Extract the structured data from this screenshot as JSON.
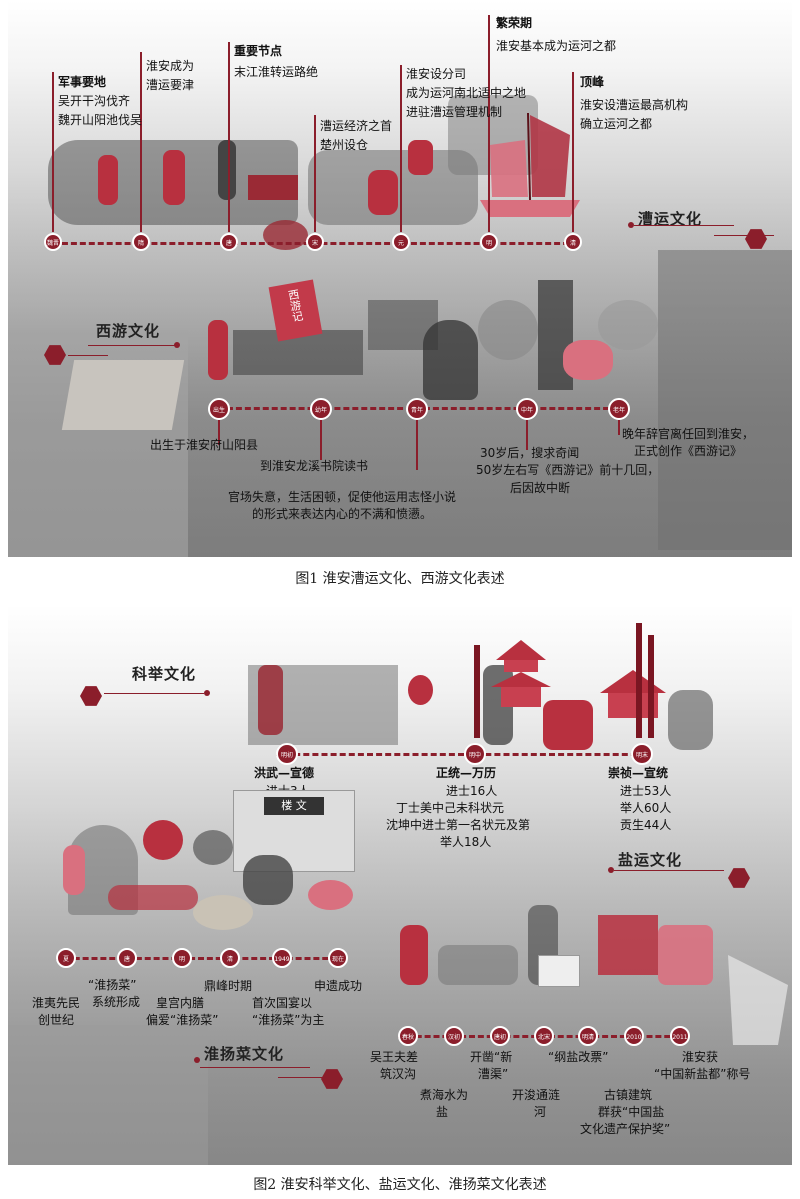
{
  "figure1": {
    "caption": "图1 淮安漕运文化、西游文化表述",
    "caoyun": {
      "title": "漕运文化",
      "nodes": [
        {
          "label": "魏晋",
          "head": "军事要地",
          "lines": [
            "吴开干沟伐齐",
            "魏开山阳池伐吴"
          ]
        },
        {
          "label": "隋",
          "head": "",
          "lines": [
            "淮安成为",
            "漕运要津"
          ]
        },
        {
          "label": "唐",
          "head": "重要节点",
          "lines": [
            "末江淮转运路绝"
          ]
        },
        {
          "label": "宋",
          "head": "",
          "lines": [
            "漕运经济之首",
            "楚州设仓"
          ]
        },
        {
          "label": "元",
          "head": "",
          "lines": [
            "淮安设分司",
            "成为运河南北适中之地",
            "进驻漕运管理机制"
          ]
        },
        {
          "label": "明",
          "head": "繁荣期",
          "lines": [
            "淮安基本成为运河之都"
          ]
        },
        {
          "label": "清",
          "head": "顶峰",
          "lines": [
            "淮安设漕运最高机构",
            "确立运河之都"
          ]
        }
      ]
    },
    "xiyou": {
      "title": "西游文化",
      "book_title": "西游记",
      "nodes": [
        {
          "label": "出生",
          "lines": [
            "出生于淮安府山阳县"
          ]
        },
        {
          "label": "幼年",
          "lines": [
            "到淮安龙溪书院读书"
          ]
        },
        {
          "label": "青年",
          "lines": [
            "官场失意，生活困顿，促使他运用志怪小说",
            "的形式来表达内心的不满和愤懑。"
          ]
        },
        {
          "label": "中年",
          "lines": [
            "30岁后，搜求奇闻",
            "50岁左右写《西游记》前十几回，",
            "后因故中断"
          ]
        },
        {
          "label": "老年",
          "lines": [
            "晚年辞官离任回到淮安，",
            "正式创作《西游记》"
          ]
        }
      ]
    }
  },
  "figure2": {
    "caption": "图2 淮安科举文化、盐运文化、淮扬菜文化表述",
    "keju": {
      "title": "科举文化",
      "signboard": "楼 文",
      "nodes": [
        {
          "label": "明初",
          "head": "洪武—宣德",
          "lines": [
            "进士3人"
          ]
        },
        {
          "label": "明中",
          "head": "正统—万历",
          "lines": [
            "进士16人",
            "丁士美中己未科状元",
            "沈坤中进士第一名状元及第",
            "举人18人"
          ]
        },
        {
          "label": "明末",
          "head": "崇祯—宣统",
          "lines": [
            "进士53人",
            "举人60人",
            "贡生44人"
          ]
        }
      ]
    },
    "yanyun": {
      "title": "盐运文化",
      "nodes": [
        {
          "label": "春秋",
          "lines": [
            "吴王夫差",
            "筑汉沟"
          ]
        },
        {
          "label": "汉初",
          "lines": [
            "煮海水为",
            "盐"
          ]
        },
        {
          "label": "唐初",
          "lines": [
            "开凿“新",
            "漕渠”"
          ]
        },
        {
          "label": "北宋",
          "lines": [
            "开浚通涟",
            "河"
          ]
        },
        {
          "label": "明清",
          "lines": [
            "“纲盐改票”"
          ]
        },
        {
          "label": "2010",
          "lines": [
            "古镇建筑",
            "群获“中国盐",
            "文化遗产保护奖”"
          ]
        },
        {
          "label": "2011",
          "lines": [
            "淮安获",
            "“中国新盐都”称号"
          ]
        }
      ]
    },
    "huaiyang": {
      "title": "淮扬菜文化",
      "nodes": [
        {
          "label": "夏",
          "lines": [
            "淮夷先民",
            "创世纪"
          ]
        },
        {
          "label": "唐",
          "lines": [
            "“淮扬菜”",
            "系统形成"
          ]
        },
        {
          "label": "明",
          "lines": [
            "皇宫内膳",
            "偏爱“淮扬菜”"
          ]
        },
        {
          "label": "清",
          "lines": [
            "鼎峰时期"
          ]
        },
        {
          "label": "1949",
          "lines": [
            "首次国宴以",
            "“淮扬菜”为主"
          ]
        },
        {
          "label": "现在",
          "lines": [
            "申遗成功"
          ]
        }
      ]
    }
  },
  "colors": {
    "accent": "#8b1e2b",
    "pink": "#d9707f"
  }
}
